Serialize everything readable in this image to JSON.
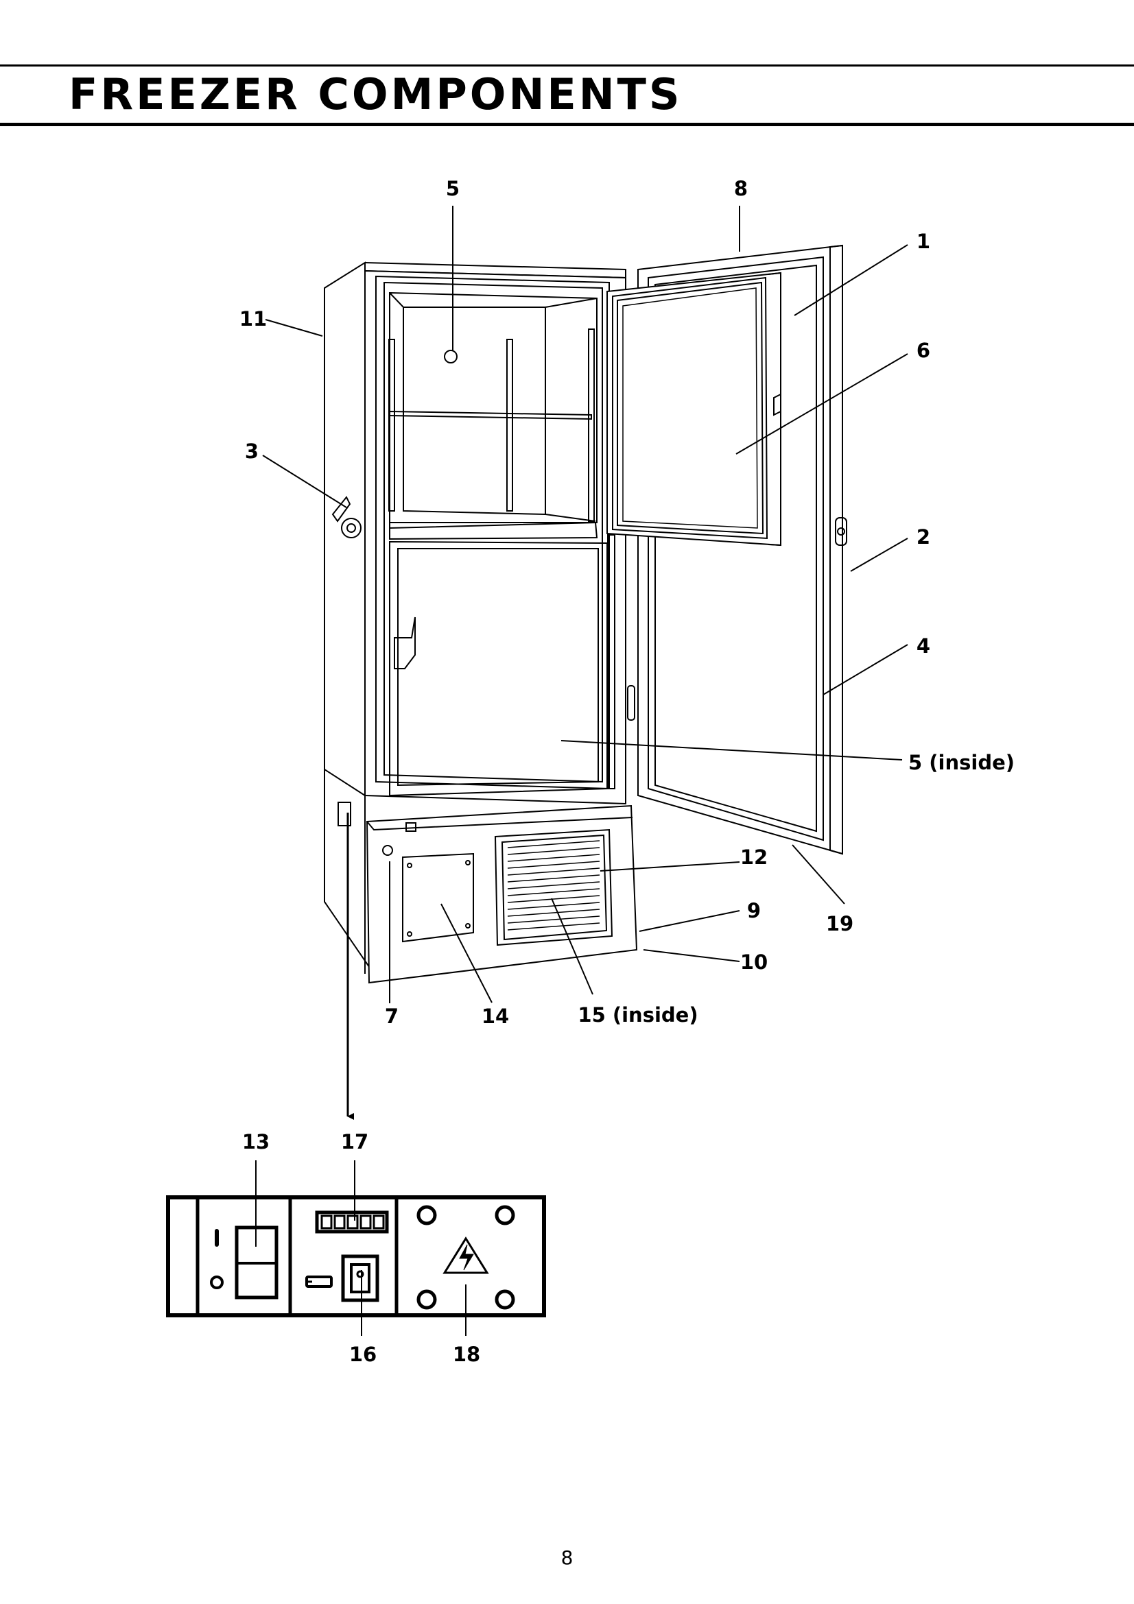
{
  "page": {
    "title": "FREEZER COMPONENTS",
    "page_number": "8"
  },
  "callouts": {
    "c1": "1",
    "c2": "2",
    "c3": "3",
    "c4": "4",
    "c5_top": "5",
    "c5_inside": "5 (inside)",
    "c6": "6",
    "c7": "7",
    "c8": "8",
    "c9": "9",
    "c10": "10",
    "c11": "11",
    "c12": "12",
    "c13": "13",
    "c14": "14",
    "c15_inside": "15 (inside)",
    "c16": "16",
    "c17": "17",
    "c18": "18",
    "c19": "19"
  }
}
